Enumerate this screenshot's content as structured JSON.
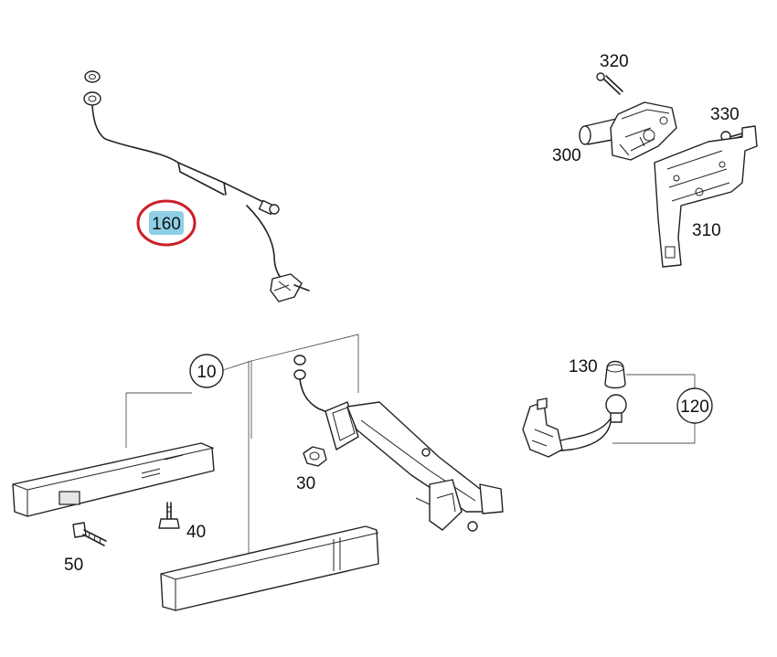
{
  "callouts": {
    "c10": "10",
    "c30": "30",
    "c40": "40",
    "c50": "50",
    "c120": "120",
    "c130": "130",
    "c160": "160",
    "c300": "300",
    "c310": "310",
    "c320": "320",
    "c330": "330"
  },
  "colors": {
    "highlight_fill": "#8ecfe6",
    "highlight_ring": "#cc1f2a"
  }
}
